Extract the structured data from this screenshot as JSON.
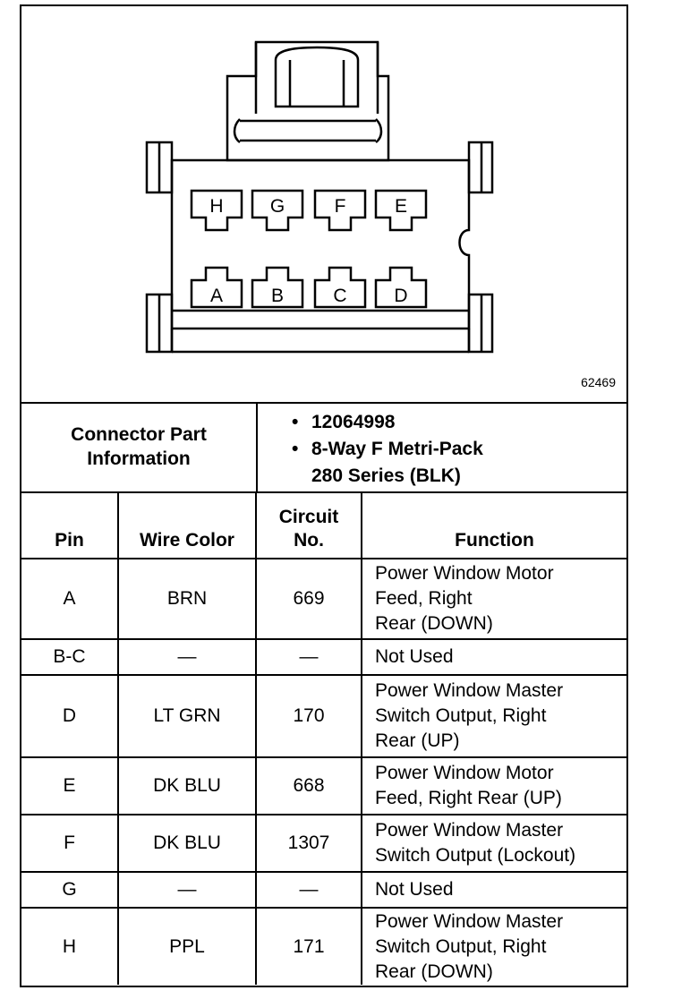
{
  "diagram": {
    "figure_id": "62469",
    "cavities_top": [
      "H",
      "G",
      "F",
      "E"
    ],
    "cavities_bottom": [
      "A",
      "B",
      "C",
      "D"
    ]
  },
  "connector_info": {
    "label_line1": "Connector Part",
    "label_line2": "Information",
    "items": [
      {
        "line1": "12064998",
        "line2": ""
      },
      {
        "line1": "8-Way F Metri-Pack",
        "line2": "280 Series (BLK)"
      }
    ]
  },
  "table": {
    "headers": {
      "pin": "Pin",
      "wire_color": "Wire Color",
      "circuit_line1": "Circuit",
      "circuit_line2": "No.",
      "function": "Function"
    },
    "rows": [
      {
        "pin": "A",
        "color": "BRN",
        "circuit": "669",
        "function": [
          "Power Window Motor",
          "Feed, Right",
          "Rear (DOWN)"
        ]
      },
      {
        "pin": "B-C",
        "color": "—",
        "circuit": "—",
        "function": [
          "Not Used"
        ]
      },
      {
        "pin": "D",
        "color": "LT GRN",
        "circuit": "170",
        "function": [
          "Power Window Master",
          "Switch Output, Right",
          "Rear (UP)"
        ]
      },
      {
        "pin": "E",
        "color": "DK BLU",
        "circuit": "668",
        "function": [
          "Power Window Motor",
          "Feed, Right Rear (UP)"
        ]
      },
      {
        "pin": "F",
        "color": "DK BLU",
        "circuit": "1307",
        "function": [
          "Power Window Master",
          "Switch Output (Lockout)"
        ]
      },
      {
        "pin": "G",
        "color": "—",
        "circuit": "—",
        "function": [
          "Not Used"
        ]
      },
      {
        "pin": "H",
        "color": "PPL",
        "circuit": "171",
        "function": [
          "Power Window Master",
          "Switch Output, Right",
          "Rear (DOWN)"
        ]
      }
    ]
  }
}
